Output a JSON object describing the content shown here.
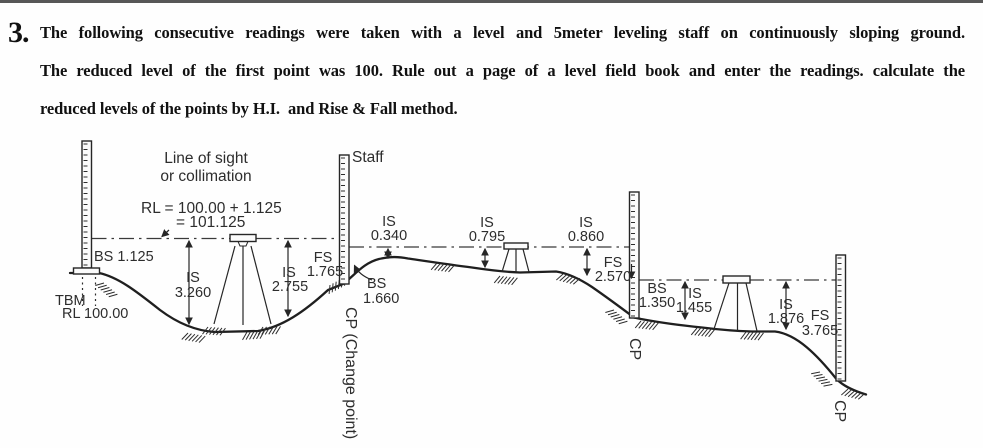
{
  "problem": {
    "number": "3.",
    "lines": [
      "The following consecutive readings were taken with a level and 5meter leveling staff on continuously sloping ground.",
      "The reduced level of the first point was 100. Rule out a page of a level field book and enter the readings. calculate the",
      "reduced levels of the points by H.I.  and Rise & Fall method."
    ]
  },
  "diagram": {
    "line_of_sight_label_1": "Line of sight",
    "line_of_sight_label_2": "or collimation",
    "staff_label": "Staff",
    "rl_calc_1": "RL = 100.00 + 1.125",
    "rl_calc_2": "= 101.125",
    "tbm_name": "TBM",
    "tbm_rl": "RL 100.00",
    "readings": {
      "bs1": "BS 1.125",
      "is1": {
        "label": "IS",
        "value": "3.260"
      },
      "is2": {
        "label": "IS",
        "value": "2.755"
      },
      "fs1": {
        "label": "FS",
        "value": "1.765"
      },
      "bs2": {
        "label": "BS",
        "value": "1.660"
      },
      "is3": {
        "label": "IS",
        "value": "0.340"
      },
      "is4": {
        "label": "IS",
        "value": "0.795"
      },
      "is5": {
        "label": "IS",
        "value": "0.860"
      },
      "fs2": {
        "label": "FS",
        "value": "2.570"
      },
      "bs3": {
        "label": "BS",
        "value": "1.350"
      },
      "is6": {
        "label": "IS",
        "value": "1.455"
      },
      "is7": {
        "label": "IS",
        "value": "1.876"
      },
      "fs3": {
        "label": "FS",
        "value": "3.765"
      }
    },
    "change_points": [
      "CP (Change point)",
      "CP",
      "CP"
    ]
  }
}
